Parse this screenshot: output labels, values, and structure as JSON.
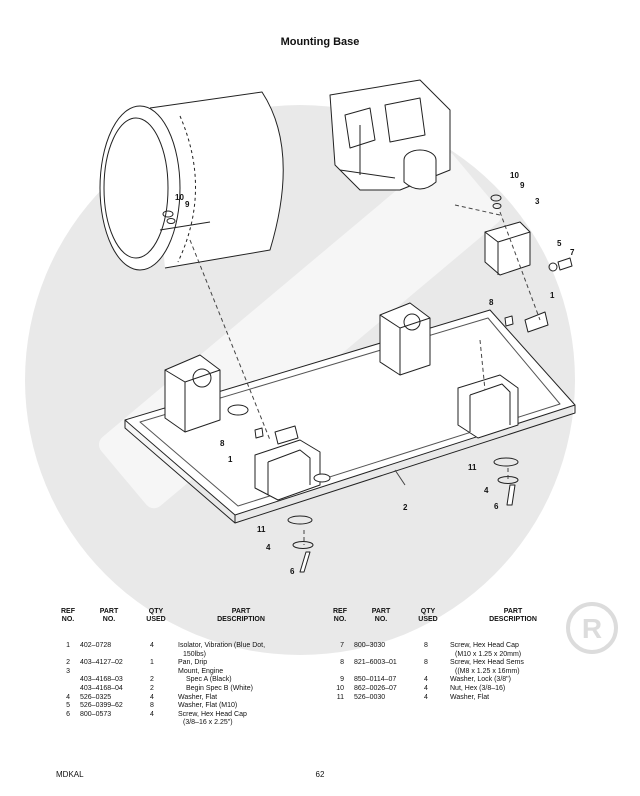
{
  "title": "Mounting Base",
  "footer": {
    "left": "MDKAL",
    "page": "62"
  },
  "callouts": [
    "10",
    "9",
    "10",
    "9",
    "3",
    "5",
    "7",
    "8",
    "1",
    "8",
    "1",
    "2",
    "11",
    "4",
    "6",
    "11",
    "4",
    "6"
  ],
  "table_headers": {
    "ref": [
      "REF",
      "NO."
    ],
    "part": [
      "PART",
      "NO."
    ],
    "qty": [
      "QTY",
      "USED"
    ],
    "desc": [
      "PART",
      "DESCRIPTION"
    ]
  },
  "left_rows": [
    {
      "ref": "1",
      "part": "402–0728",
      "qty": "4",
      "desc": "Isolator, Vibration (Blue Dot,"
    },
    {
      "ref": "",
      "part": "",
      "qty": "",
      "desc": "150lbs)"
    },
    {
      "ref": "2",
      "part": "403–4127–02",
      "qty": "1",
      "desc": "Pan, Drip"
    },
    {
      "ref": "3",
      "part": "",
      "qty": "",
      "desc": "Mount, Engine"
    },
    {
      "ref": "",
      "part": "403–4168–03",
      "qty": "2",
      "desc": "Spec A (Black)"
    },
    {
      "ref": "",
      "part": "403–4168–04",
      "qty": "2",
      "desc": "Begin Spec B (White)"
    },
    {
      "ref": "4",
      "part": "526–0325",
      "qty": "4",
      "desc": "Washer, Flat"
    },
    {
      "ref": "5",
      "part": "526–0399–62",
      "qty": "8",
      "desc": "Washer, Flat (M10)"
    },
    {
      "ref": "6",
      "part": "800–0573",
      "qty": "4",
      "desc": "Screw, Hex Head Cap"
    },
    {
      "ref": "",
      "part": "",
      "qty": "",
      "desc": "(3/8–16 x 2.25\")"
    }
  ],
  "right_rows": [
    {
      "ref": "7",
      "part": "800–3030",
      "qty": "8",
      "desc": "Screw, Hex Head Cap"
    },
    {
      "ref": "",
      "part": "",
      "qty": "",
      "desc": "(M10 x 1.25 x 20mm)"
    },
    {
      "ref": "8",
      "part": "821–6003–01",
      "qty": "8",
      "desc": "Screw, Hex Head Sems"
    },
    {
      "ref": "",
      "part": "",
      "qty": "",
      "desc": "((M8 x 1.25 x 16mm)"
    },
    {
      "ref": "9",
      "part": "850–0114–07",
      "qty": "4",
      "desc": "Washer, Lock (3/8\")"
    },
    {
      "ref": "10",
      "part": "862–0026–07",
      "qty": "4",
      "desc": "Nut, Hex (3/8–16)"
    },
    {
      "ref": "11",
      "part": "526–0030",
      "qty": "4",
      "desc": "Washer, Flat"
    }
  ]
}
